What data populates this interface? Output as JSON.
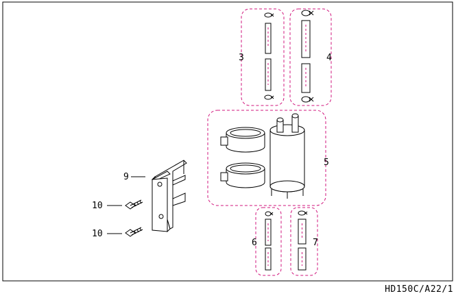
{
  "callouts": {
    "part_3": "3",
    "part_4": "4",
    "part_5": "5",
    "part_6": "6",
    "part_7": "7",
    "part_9": "9",
    "part_10_upper": "10",
    "part_10_lower": "10"
  },
  "footer_code": "HD150C/A22/1",
  "colors": {
    "group_outline": "#d0147c",
    "line": "#000000",
    "background": "#ffffff"
  }
}
